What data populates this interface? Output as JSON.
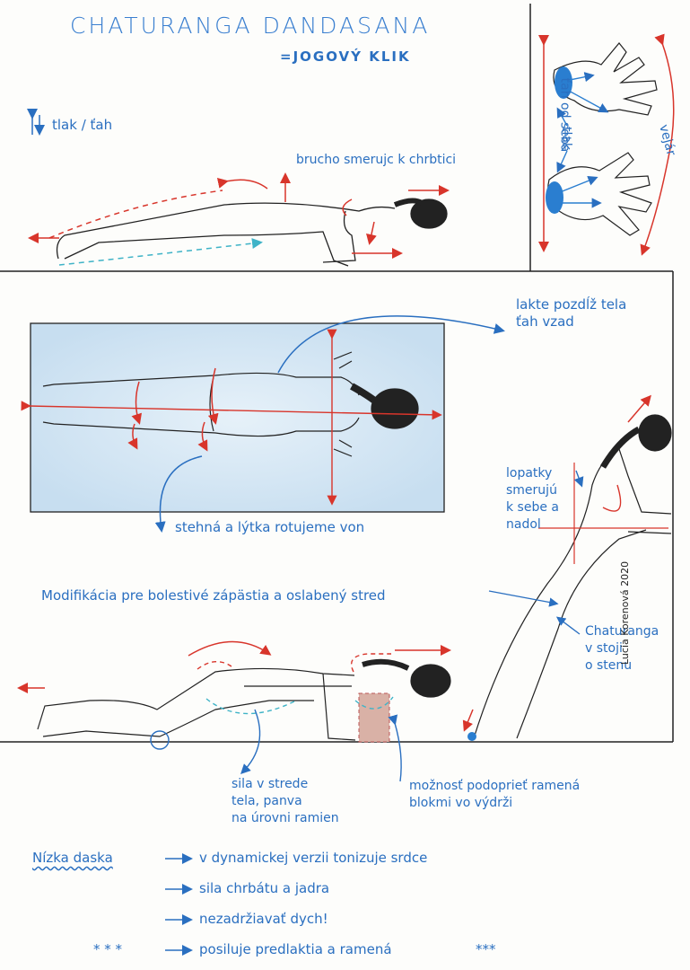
{
  "title": "CHATURANGA DANDASANA",
  "subtitle": "=JOGOVÝ KLIK",
  "legend_arrows": "tlak / ťah",
  "notes": {
    "belly": "brucho smerujc k chrbtici",
    "hands_pull": "ťah od seba",
    "hands_push": "tlak",
    "hands_fan": "vejár",
    "elbows_line1": "lakte pozdĺž tela",
    "elbows_line2": "ťah vzad",
    "thighs": "stehná a lýtka rotujeme von",
    "shoulder_line1": "lopatky",
    "shoulder_line2": "smerujú",
    "shoulder_line3": "k sebe a",
    "shoulder_line4": "nadol",
    "modification": "Modifikácia pre bolestivé zápästia a oslabený stred",
    "wall_line1": "Chaturanga",
    "wall_line2": "v stoji",
    "wall_line3": "o stenu",
    "core_line1": "sila v strede",
    "core_line2": "tela, panva",
    "core_line3": "na úrovni ramien",
    "blocks_line1": "možnosť podoprieť ramená",
    "blocks_line2": "blokmi vo výdrži",
    "signature": "Lucia Korenová 2020"
  },
  "benefits": {
    "heading": "Nízka daska",
    "items": [
      "v dynamickej verzii tonizuje srdce",
      "sila chrbátu a jadra",
      "nezadržiavať dych!",
      "posiluje predlaktia a ramená"
    ],
    "stars_left": "* * *",
    "stars_right": "***"
  },
  "colors": {
    "ink": "#222222",
    "blue": "#2a6fc0",
    "red": "#d8352b",
    "cyan": "#3fb3c7",
    "mat": "#cfe3f1"
  }
}
